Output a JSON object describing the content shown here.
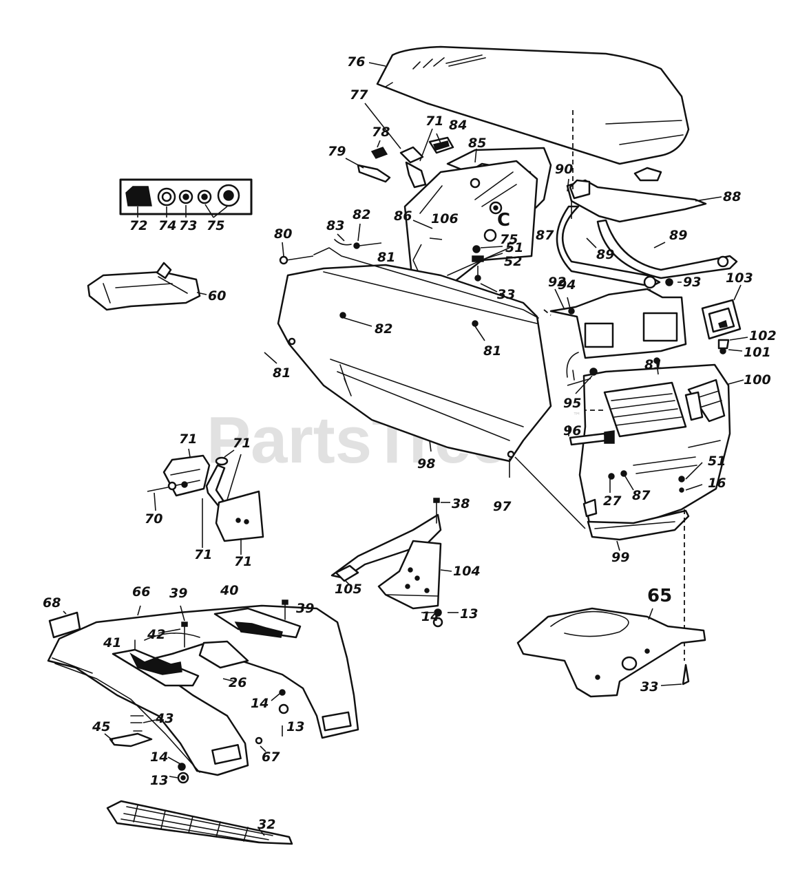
{
  "watermark": {
    "text": "PartsTree",
    "trademark": "™"
  },
  "diagram": {
    "section_letter": "C",
    "callouts": [
      "76",
      "77",
      "71",
      "84",
      "85",
      "78",
      "79",
      "72",
      "74",
      "73",
      "75",
      "90",
      "88",
      "80",
      "83",
      "82",
      "86",
      "106",
      "75",
      "87",
      "89",
      "89",
      "51",
      "81",
      "52",
      "33",
      "60",
      "92",
      "94",
      "93",
      "103",
      "82",
      "81",
      "81",
      "102",
      "101",
      "81",
      "95",
      "100",
      "96",
      "51",
      "71",
      "71",
      "98",
      "27",
      "87",
      "16",
      "70",
      "71",
      "71",
      "97",
      "38",
      "104",
      "99",
      "105",
      "68",
      "66",
      "39",
      "40",
      "39",
      "42",
      "41",
      "14",
      "13",
      "26",
      "14",
      "13",
      "65",
      "33",
      "45",
      "43",
      "14",
      "13",
      "67",
      "32"
    ]
  }
}
